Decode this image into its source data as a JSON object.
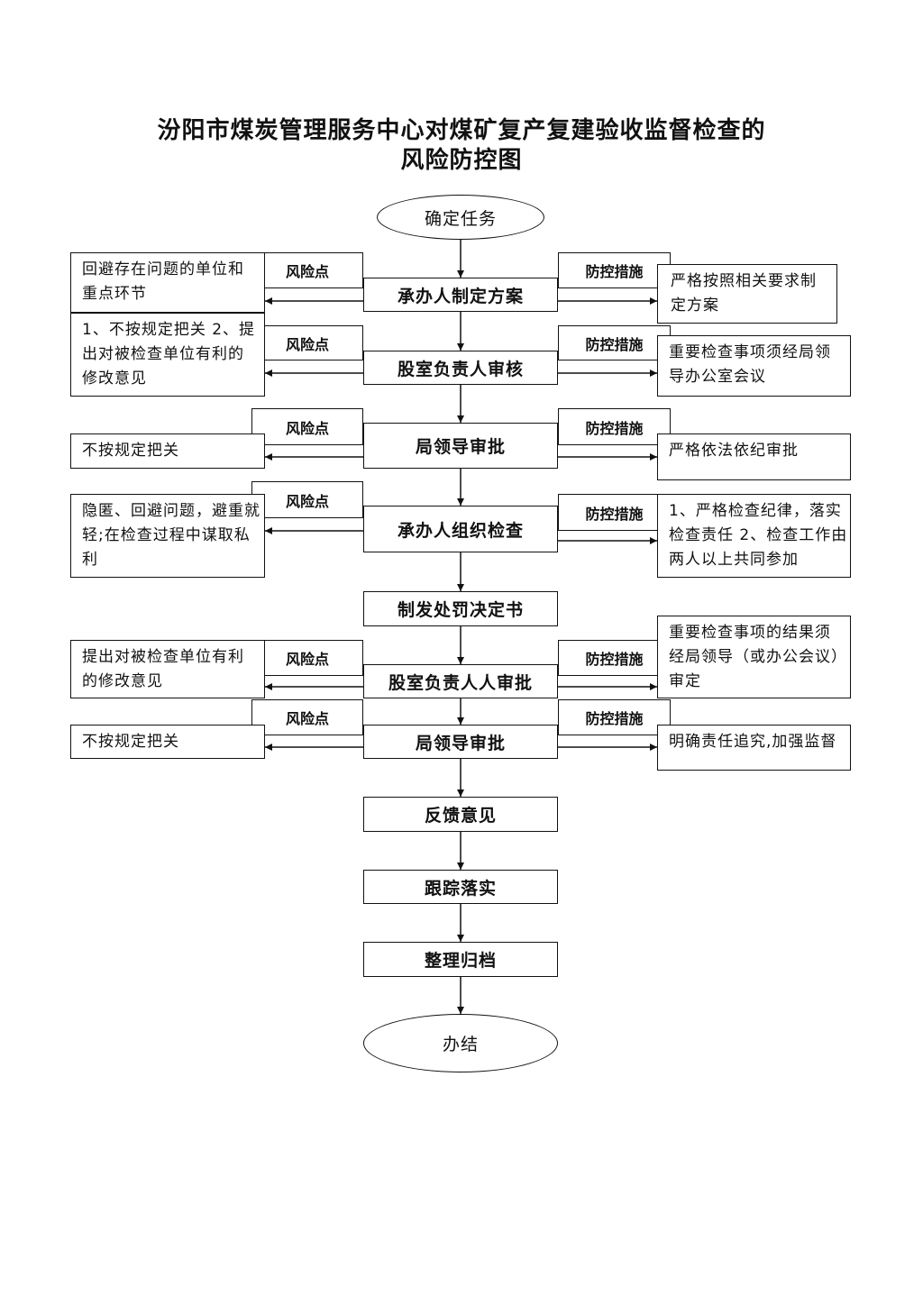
{
  "title": {
    "line1": "汾阳市煤炭管理服务中心对煤矿复产复建验收监督检查的",
    "line2": "风险防控图"
  },
  "start": "确定任务",
  "end": "办结",
  "steps": [
    "承办人制定方案",
    "股室负责人审核",
    "局领导审批",
    "承办人组织检查",
    "制发处罚决定书",
    "股室负责人人审批",
    "局领导审批",
    "反馈意见",
    "跟踪落实",
    "整理归档"
  ],
  "risk_label": "风险点",
  "control_label": "防控措施",
  "risks": [
    [
      "回避存在问题的单位和",
      "重点环节"
    ],
    [
      "1、不按规定把关 2、提",
      "出对被检查单位有利的",
      "修改意见"
    ],
    [
      "不按规定把关"
    ],
    [
      "隐匿、回避问题，避重就",
      "轻;在检查过程中谋取私",
      "利"
    ],
    [
      "提出对被检查单位有利",
      "的修改意见"
    ],
    [
      "不按规定把关"
    ]
  ],
  "controls": [
    [
      "严格按照相关要求制",
      "定方案"
    ],
    [
      "重要检查事项须经局领",
      "导办公室会议"
    ],
    [
      "严格依法依纪审批"
    ],
    [
      "1、严格检查纪律，落实",
      "检查责任 2、检查工作由",
      "两人以上共同参加"
    ],
    [
      "重要检查事项的结果须",
      "经局领导（或办公会议）",
      "审定"
    ],
    [
      "明确责任追究,加强监督"
    ]
  ]
}
